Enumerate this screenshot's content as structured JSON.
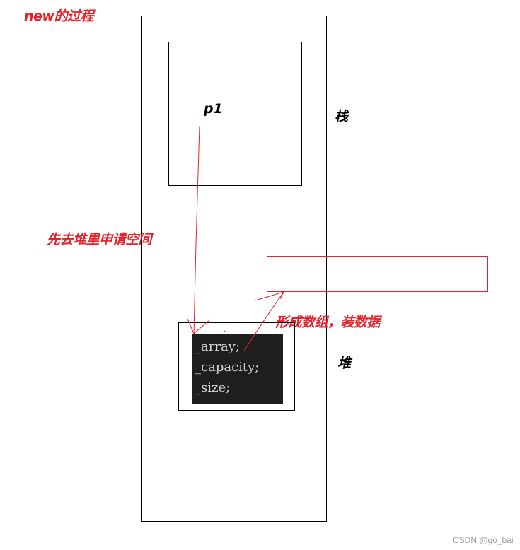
{
  "title": "new的过程",
  "stack": {
    "variable_label": "p1",
    "region_label": "栈"
  },
  "heap": {
    "region_label": "堆",
    "code_lines": [
      "_array;",
      "_capacity;",
      "_size;"
    ]
  },
  "annotations": {
    "allocate": "先去堆里申请空间",
    "form_array": "形成数组，装数据"
  },
  "colors": {
    "annotation": "#e8212b",
    "arrow": "#e8212b",
    "code_background": "#1e1e1e",
    "code_text": "#d4d4d4"
  },
  "watermark": "CSDN @go_bai"
}
